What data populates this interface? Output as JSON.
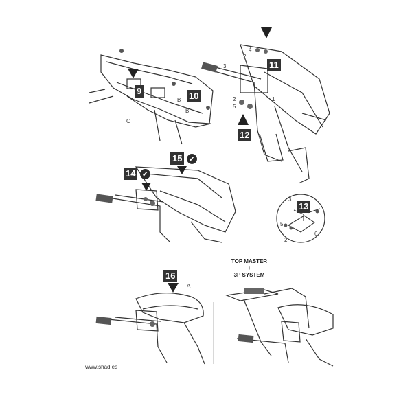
{
  "steps": {
    "s9": "9",
    "s10": "10",
    "s11": "11",
    "s12": "12",
    "s13": "13",
    "s14": "14",
    "s15": "15",
    "s16": "16"
  },
  "check_glyph": "✔",
  "labels": {
    "b1": "B",
    "b2": "B",
    "c": "C",
    "n4": "4",
    "n2a": "2",
    "n3a": "3",
    "n2b": "2",
    "n5a": "5",
    "n1": "1",
    "n3b": "3",
    "n5b": "5",
    "n2c": "2",
    "n6": "6",
    "a": "A"
  },
  "caption": {
    "line1": "TOP MASTER",
    "line2": "+",
    "line3": "3P SYSTEM"
  },
  "website": "www.shad.es",
  "colors": {
    "ink": "#333333",
    "badge": "#333333",
    "paper": "#ffffff"
  }
}
